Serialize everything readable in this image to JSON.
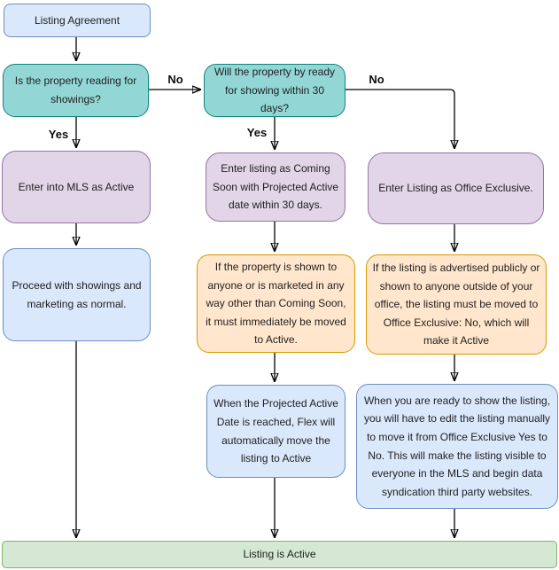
{
  "flowchart": {
    "nodes": {
      "listing_agreement": "Listing Agreement",
      "ready_for_showings": "Is the property reading for showings?",
      "ready_within_30_days": "Will the property by ready for showing within 30 days?",
      "enter_mls_active": "Enter into MLS as Active",
      "enter_coming_soon": "Enter listing as Coming Soon with Projected Active date within 30 days.",
      "enter_office_exclusive": "Enter Listing as Office Exclusive.",
      "proceed_showings": "Proceed with showings and marketing as normal.",
      "coming_soon_rule": "If the property is shown to anyone or is marketed in any way other than Coming Soon, it must immediately be moved to Active.",
      "office_exclusive_rule": "If the listing is advertised publicly or shown to anyone outside of your office, the listing must be moved to Office Exclusive: No, which will make it Active",
      "flex_auto_active": "When the Projected Active Date is reached, Flex will automatically move the listing to Active",
      "manual_edit": "When you are ready to show the listing, you will have to edit the listing manually to move it from Office Exclusive Yes to No. This will make the listing visible to everyone in the MLS and begin data syndication third party websites.",
      "listing_active": "Listing is Active"
    },
    "edge_labels": {
      "no_1": "No",
      "yes_1": "Yes",
      "no_2": "No",
      "yes_2": "Yes"
    },
    "colors": {
      "blue_fill": "#dae8fc",
      "blue_border": "#6c8ebf",
      "teal_fill": "#92d7d5",
      "teal_border": "#10837d",
      "purple_fill": "#e1d5e7",
      "purple_border": "#9673a6",
      "orange_fill": "#ffe6cc",
      "orange_border": "#d79b00",
      "green_fill": "#d5e8d4",
      "green_border": "#82b366",
      "arrow": "#000000"
    }
  }
}
